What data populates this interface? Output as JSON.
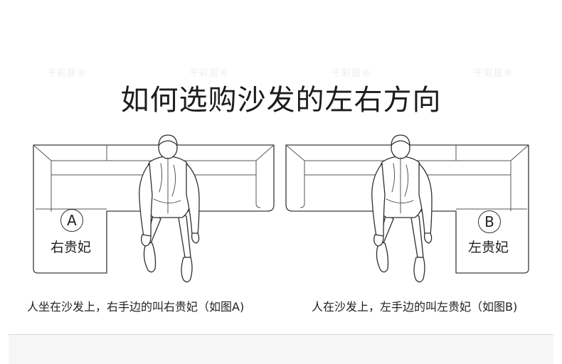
{
  "title": "如何选购沙发的左右方向",
  "watermark": "千彩居®",
  "diagram_a": {
    "badge": "A",
    "label": "右贵妃",
    "caption": "人坐在沙发上，右手边的叫右贵妃（如图A)"
  },
  "diagram_b": {
    "badge": "B",
    "label": "左贵妃",
    "caption": "人在沙发上，左手边的叫左贵妃（如图B)"
  },
  "colors": {
    "line": "#3a3a3a",
    "text": "#1e1e1e",
    "watermark": "#ececec"
  }
}
